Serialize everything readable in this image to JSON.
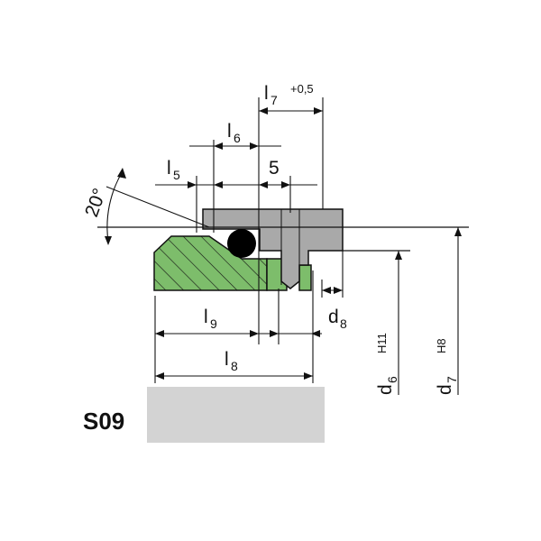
{
  "title": "S09",
  "labels": {
    "l5": "l",
    "l5_sub": "5",
    "l6": "l",
    "l6_sub": "6",
    "l7": "l",
    "l7_sub": "7",
    "l7_tol": "+0,5",
    "five": "5",
    "l8": "l",
    "l8_sub": "8",
    "l9": "l",
    "l9_sub": "9",
    "d8": "d",
    "d8_sub": "8",
    "d6": "d",
    "d6_sub": "6",
    "d6_fit": "H11",
    "d7": "d",
    "d7_sub": "7",
    "d7_fit": "H8",
    "angle": "20°"
  },
  "colors": {
    "seal_green": "#7dbd6b",
    "piston_gray": "#a9a9a9",
    "housing_gray": "#d3d3d3",
    "oring": "#000000",
    "line": "#111111"
  }
}
